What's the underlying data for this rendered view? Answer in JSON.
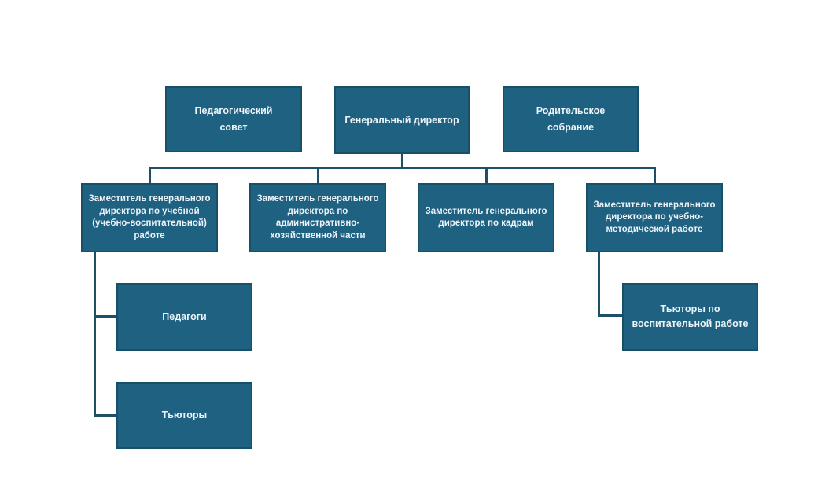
{
  "diagram": {
    "type": "org-chart",
    "language": "ru",
    "colors": {
      "background": "#FFFFFF",
      "node_fill": "#1E6181",
      "node_border": "#175069",
      "node_text": "#EDF3F8",
      "connector": "#1D4F69"
    },
    "nodes": {
      "pedagogical_council": {
        "label": "Педагогический совет"
      },
      "general_director": {
        "label": "Генеральный директор"
      },
      "parents_meeting": {
        "label": "Родительское собрание"
      },
      "deputy_academic": {
        "label": "Заместитель генерального директора по учебной (учебно-воспитательной) работе"
      },
      "deputy_admin": {
        "label": "Заместитель генерального директора по административно-хозяйственной части"
      },
      "deputy_hr": {
        "label": "Заместитель генерального директора по кадрам"
      },
      "deputy_methodical": {
        "label": "Заместитель генерального директора по учебно-методической работе"
      },
      "teachers": {
        "label": "Педагоги"
      },
      "tutors": {
        "label": "Тьюторы"
      },
      "tutors_upbringing": {
        "label": "Тьюторы по воспитательной работе"
      }
    },
    "edges": [
      {
        "from": "general_director",
        "to": "deputy_academic"
      },
      {
        "from": "general_director",
        "to": "deputy_admin"
      },
      {
        "from": "general_director",
        "to": "deputy_hr"
      },
      {
        "from": "general_director",
        "to": "deputy_methodical"
      },
      {
        "from": "deputy_academic",
        "to": "teachers"
      },
      {
        "from": "deputy_academic",
        "to": "tutors"
      },
      {
        "from": "deputy_methodical",
        "to": "tutors_upbringing"
      }
    ]
  }
}
